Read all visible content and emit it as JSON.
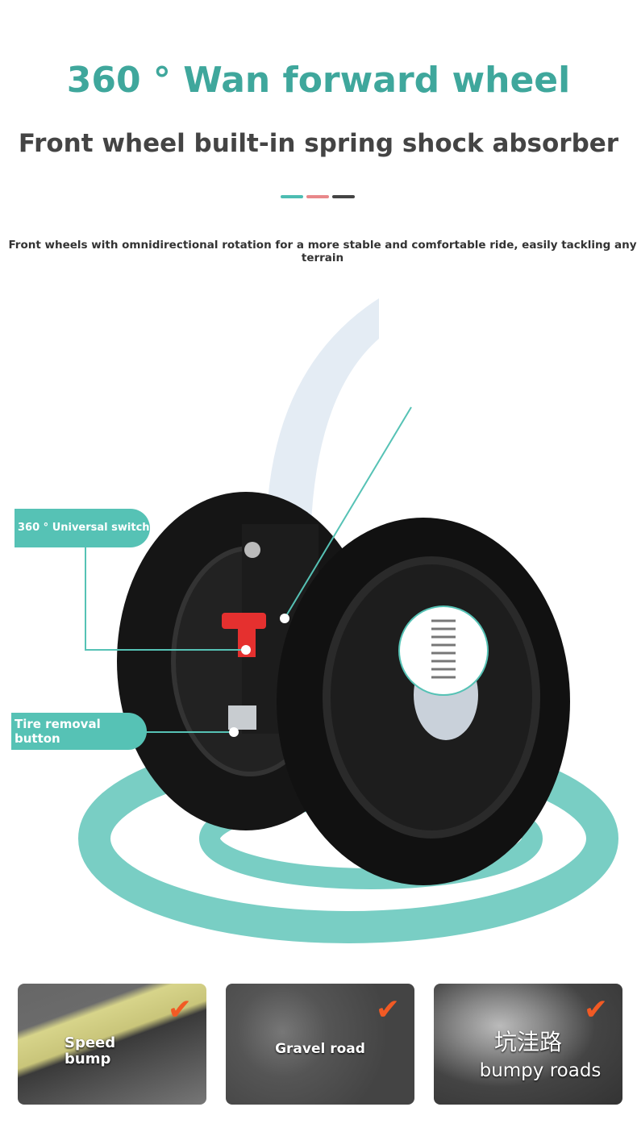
{
  "header": {
    "title": "360 ° Wan forward wheel",
    "subtitle": "Front wheel built-in spring shock absorber",
    "description": "Front wheels with omnidirectional rotation for a more stable and comfortable ride, easily tackling any terrain"
  },
  "accent_colors": [
    "#4dbdb2",
    "#e8888a",
    "#444444"
  ],
  "callouts": {
    "universal_switch": "360 ° Universal switch",
    "tire_removal": "Tire removal button"
  },
  "roads": [
    {
      "label": "Speed bump"
    },
    {
      "label": "Gravel road"
    },
    {
      "label_cn": "坑洼路",
      "label": "bumpy roads"
    }
  ]
}
